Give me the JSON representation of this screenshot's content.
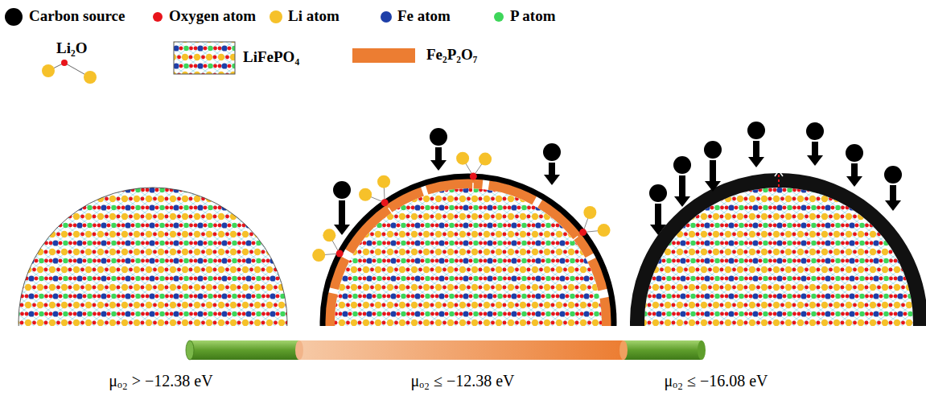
{
  "diagram": {
    "labels": [
      "μₒ₂ > −12.38 eV",
      "μₒ₂ ≤ −12.38 eV",
      "μₒ₂ ≤ −16.08 eV"
    ],
    "legend": [
      {
        "text": "Carbon source",
        "color": "#000000"
      },
      {
        "text": "Oxygen atom",
        "color": "#e8141b"
      },
      {
        "text": "Li atom",
        "color": "#f6c12a"
      },
      {
        "text": "Fe atom",
        "color": "#1e3fa8"
      },
      {
        "text": "P atom",
        "color": "#3ed65a"
      },
      {
        "text": "Li₂O"
      },
      {
        "text": "LiFePO₄"
      },
      {
        "text": "Fe₂P₂O₇",
        "color": "#ec7d32"
      }
    ]
  }
}
